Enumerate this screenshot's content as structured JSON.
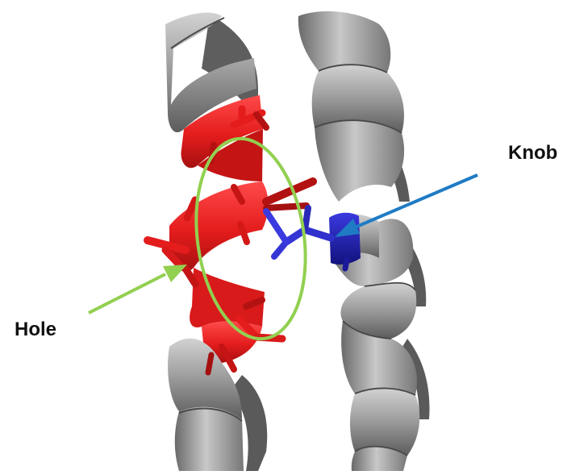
{
  "labels": {
    "knob": "Knob",
    "hole": "Hole"
  },
  "colors": {
    "background": "#ffffff",
    "helix_gray": "#8e8e8e",
    "helix_gray_light": "#c4c4c4",
    "helix_gray_dark": "#555555",
    "hole_residues": "#ee1c1c",
    "hole_residues_dark": "#a01010",
    "knob_residue": "#3535d6",
    "knob_residue_dark": "#141490",
    "hole_marker": "#92d050",
    "knob_arrow": "#1f7bc4"
  },
  "icons": {
    "knob_arrow": "arrow-icon",
    "hole_arrow": "arrow-icon",
    "hole_ellipse": "ellipse-outline"
  }
}
